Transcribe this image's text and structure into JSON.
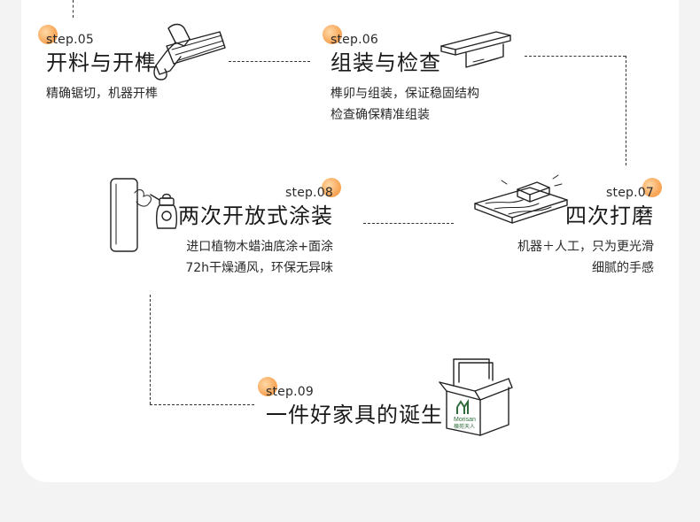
{
  "steps": {
    "s05": {
      "tag": "step.05",
      "title": "开料与开榫",
      "lines": [
        "精确锯切，机器开榫"
      ]
    },
    "s06": {
      "tag": "step.06",
      "title": "组装与检查",
      "lines": [
        "榫卯与组装，保证稳固结构",
        "检查确保精准组装"
      ]
    },
    "s07": {
      "tag": "step.07",
      "title": "四次打磨",
      "lines": [
        "机器＋人工，只为更光滑",
        "细腻的手感"
      ]
    },
    "s08": {
      "tag": "step.08",
      "title": "两次开放式涂装",
      "lines": [
        "进口植物木蜡油底涂+面涂",
        "72h干燥通风，环保无异味"
      ]
    },
    "s09": {
      "tag": "step.09",
      "title": "一件好家具的诞生"
    }
  },
  "box": {
    "logo": "Mf",
    "brand": "Morisan",
    "brand_cn": "楝苑天人"
  },
  "colors": {
    "accent": "#f39640",
    "brand_green": "#2f6b3a"
  },
  "icons": [
    "saw-hand-icon",
    "shelf-bracket-icon",
    "sanding-block-icon",
    "spray-can-icon",
    "package-box-icon"
  ]
}
